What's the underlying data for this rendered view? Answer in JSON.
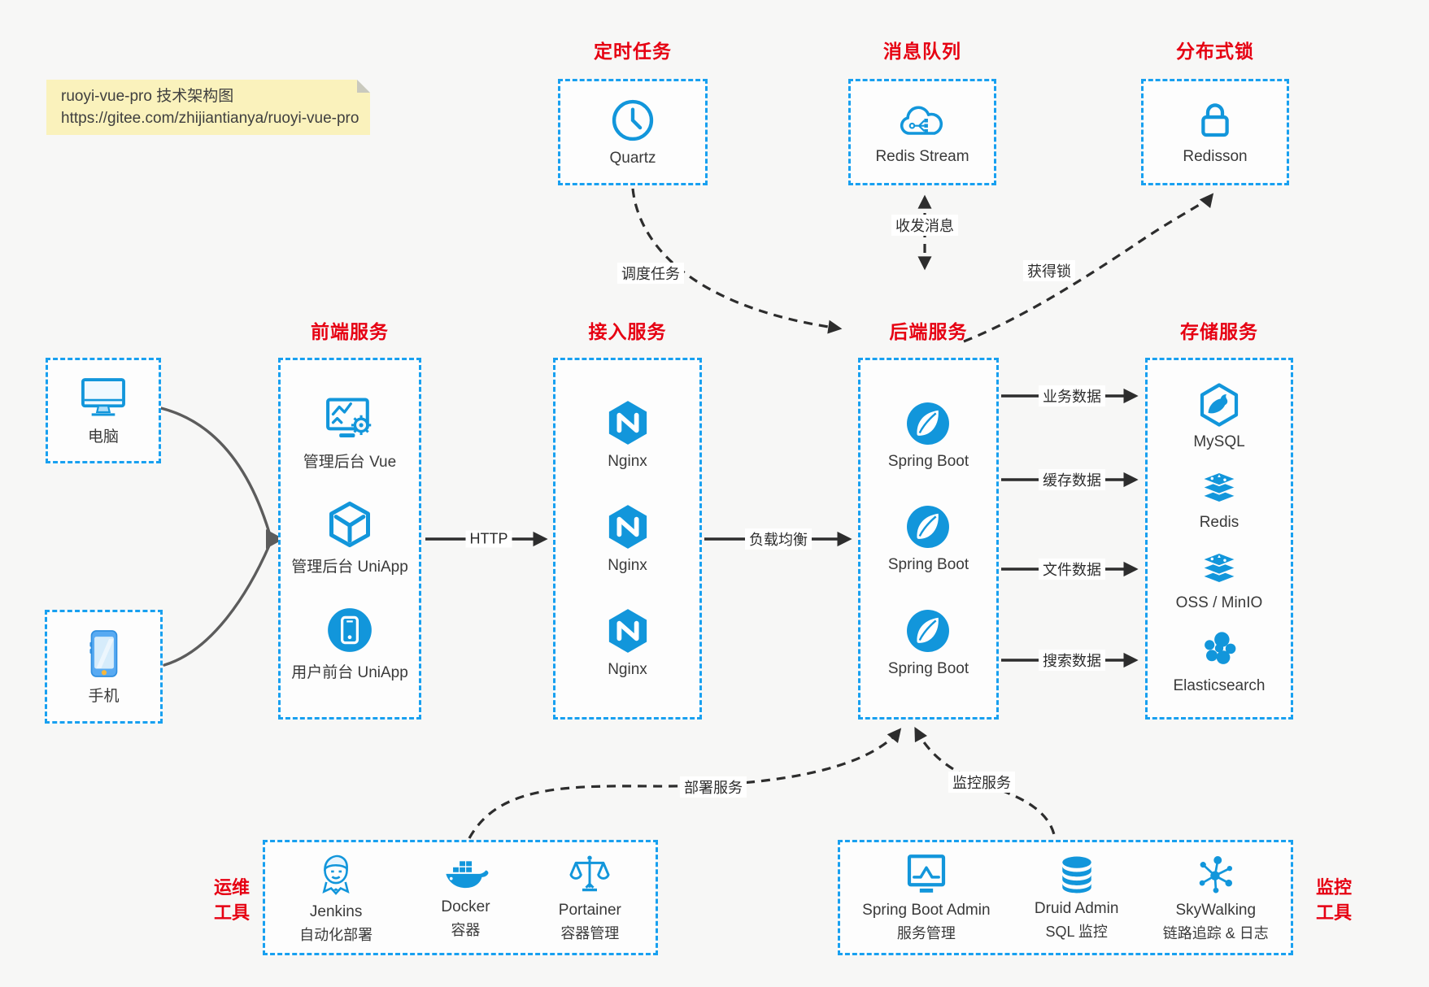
{
  "note": {
    "line1": "ruoyi-vue-pro 技术架构图",
    "line2": "https://gitee.com/zhijiantianya/ruoyi-vue-pro"
  },
  "colors": {
    "accent_blue": "#1296db",
    "border_blue": "#18a0f0",
    "title_red": "#e60012",
    "note_bg": "#faf2bc",
    "background": "#f7f7f6"
  },
  "top_groups": [
    {
      "title": "定时任务",
      "label": "Quartz",
      "icon": "clock-icon"
    },
    {
      "title": "消息队列",
      "label": "Redis Stream",
      "icon": "cloud-mq-icon"
    },
    {
      "title": "分布式锁",
      "label": "Redisson",
      "icon": "lock-icon"
    }
  ],
  "clients": [
    {
      "label": "电脑",
      "icon": "desktop-icon"
    },
    {
      "label": "手机",
      "icon": "smartphone-icon"
    }
  ],
  "columns": {
    "frontend": {
      "title": "前端服务",
      "items": [
        {
          "label": "管理后台 Vue",
          "icon": "admin-vue-icon"
        },
        {
          "label": "管理后台 UniApp",
          "icon": "uniapp-cube-icon"
        },
        {
          "label": "用户前台 UniApp",
          "icon": "user-app-icon"
        }
      ]
    },
    "gateway": {
      "title": "接入服务",
      "items": [
        {
          "label": "Nginx",
          "icon": "nginx-icon"
        },
        {
          "label": "Nginx",
          "icon": "nginx-icon"
        },
        {
          "label": "Nginx",
          "icon": "nginx-icon"
        }
      ]
    },
    "backend": {
      "title": "后端服务",
      "items": [
        {
          "label": "Spring Boot",
          "icon": "spring-icon"
        },
        {
          "label": "Spring Boot",
          "icon": "spring-icon"
        },
        {
          "label": "Spring Boot",
          "icon": "spring-icon"
        }
      ]
    },
    "storage": {
      "title": "存储服务",
      "items": [
        {
          "label": "MySQL",
          "icon": "mysql-icon"
        },
        {
          "label": "Redis",
          "icon": "redis-stack-icon"
        },
        {
          "label": "OSS / MinIO",
          "icon": "storage-stack-icon"
        },
        {
          "label": "Elasticsearch",
          "icon": "elasticsearch-icon"
        }
      ]
    }
  },
  "bottom_groups": {
    "ops": {
      "side_label": [
        "运维",
        "工具"
      ],
      "items": [
        {
          "name": "Jenkins",
          "desc": "自动化部署",
          "icon": "jenkins-icon"
        },
        {
          "name": "Docker",
          "desc": "容器",
          "icon": "docker-icon"
        },
        {
          "name": "Portainer",
          "desc": "容器管理",
          "icon": "portainer-icon"
        }
      ]
    },
    "monitor": {
      "side_label": [
        "监控",
        "工具"
      ],
      "items": [
        {
          "name": "Spring Boot Admin",
          "desc": "服务管理",
          "icon": "sba-icon"
        },
        {
          "name": "Druid Admin",
          "desc": "SQL 监控",
          "icon": "druid-icon"
        },
        {
          "name": "SkyWalking",
          "desc": "链路追踪 & 日志",
          "icon": "skywalking-icon"
        }
      ]
    }
  },
  "edges": {
    "http": "HTTP",
    "load_balance": "负载均衡",
    "schedule_task": "调度任务",
    "send_receive_msg": "收发消息",
    "acquire_lock": "获得锁",
    "business_data": "业务数据",
    "cache_data": "缓存数据",
    "file_data": "文件数据",
    "search_data": "搜索数据",
    "deploy_service": "部署服务",
    "monitor_service": "监控服务"
  }
}
